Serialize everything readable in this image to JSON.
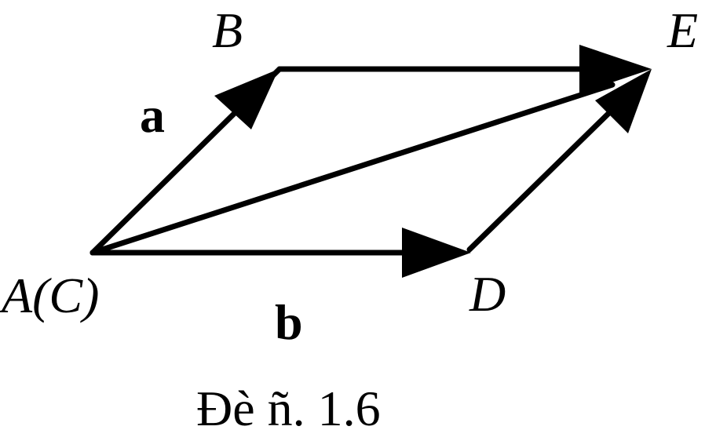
{
  "points": {
    "A": "A(C)",
    "B": "B",
    "D": "D",
    "E": "E"
  },
  "vectors": {
    "a": "a",
    "b": "b"
  },
  "caption": "Đè ñ. 1.6",
  "colors": {
    "stroke": "#000000",
    "background": "#ffffff"
  }
}
